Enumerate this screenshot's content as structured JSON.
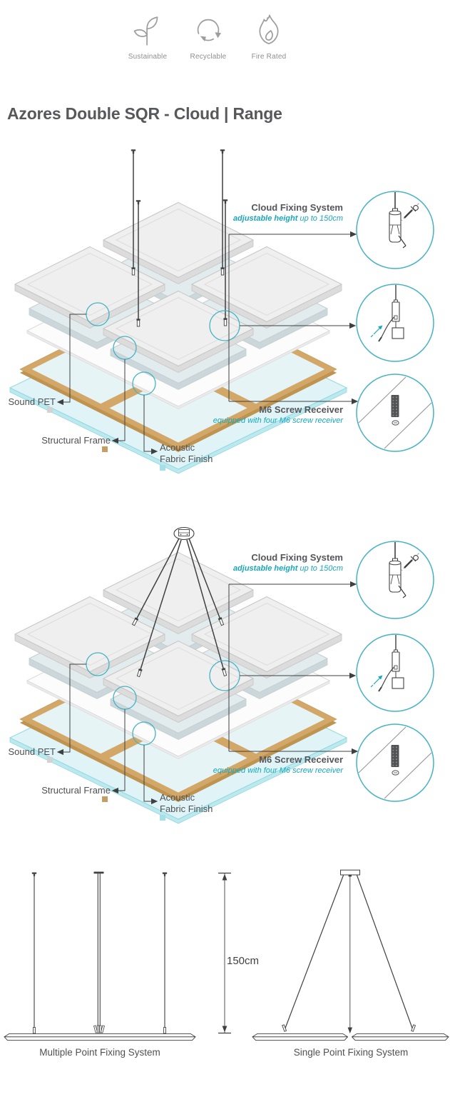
{
  "badges": [
    {
      "label": "Sustainable",
      "icon": "seedling-icon"
    },
    {
      "label": "Recyclable",
      "icon": "recycle-icon"
    },
    {
      "label": "Fire Rated",
      "icon": "flame-icon"
    }
  ],
  "title": "Azores Double SQR - Cloud | Range",
  "callouts": {
    "cloud_fixing": {
      "title": "Cloud Fixing System",
      "subtitle_bold": "adjustable height",
      "subtitle_rest": " up to 150cm"
    },
    "m6": {
      "title": "M6 Screw Receiver",
      "subtitle": "equipped with four M6 screw receiver"
    }
  },
  "layers": [
    {
      "label": "Sound PET",
      "swatch": "#D2D3D5"
    },
    {
      "label": "Structural Frame",
      "swatch": "#C79E61"
    },
    {
      "label": "Acoustic",
      "label2": "Fabric Finish",
      "swatch": "#A6DFE7"
    }
  ],
  "bottom": {
    "dimension": "150cm",
    "left_caption": "Multiple Point Fixing System",
    "right_caption": "Single Point Fixing System"
  },
  "colors": {
    "accent": "#18A7BC",
    "accent_circle": "#45B2C4",
    "text_dark": "#55565A",
    "line_dark": "#3F4042",
    "icon_gray": "#9D9D9C",
    "panel_gray_top": "#EFEFEF",
    "panel_gray_side": "#DCDCDC",
    "panel_gray_stroke": "#C6C6C5",
    "panel_mid_top": "#E2EBED",
    "panel_mid_side": "#CBD7DA",
    "panel_mid_stroke": "#C4CFD2",
    "frame_tan": "#D2A768",
    "frame_tan_dark": "#BF9450",
    "frame_hole": "#E7F4F6",
    "fabric_cyan": "#E0F4F7",
    "fabric_cyan_edge": "#BCE8EE",
    "fabric_cyan_stroke": "#8FD9E2"
  }
}
